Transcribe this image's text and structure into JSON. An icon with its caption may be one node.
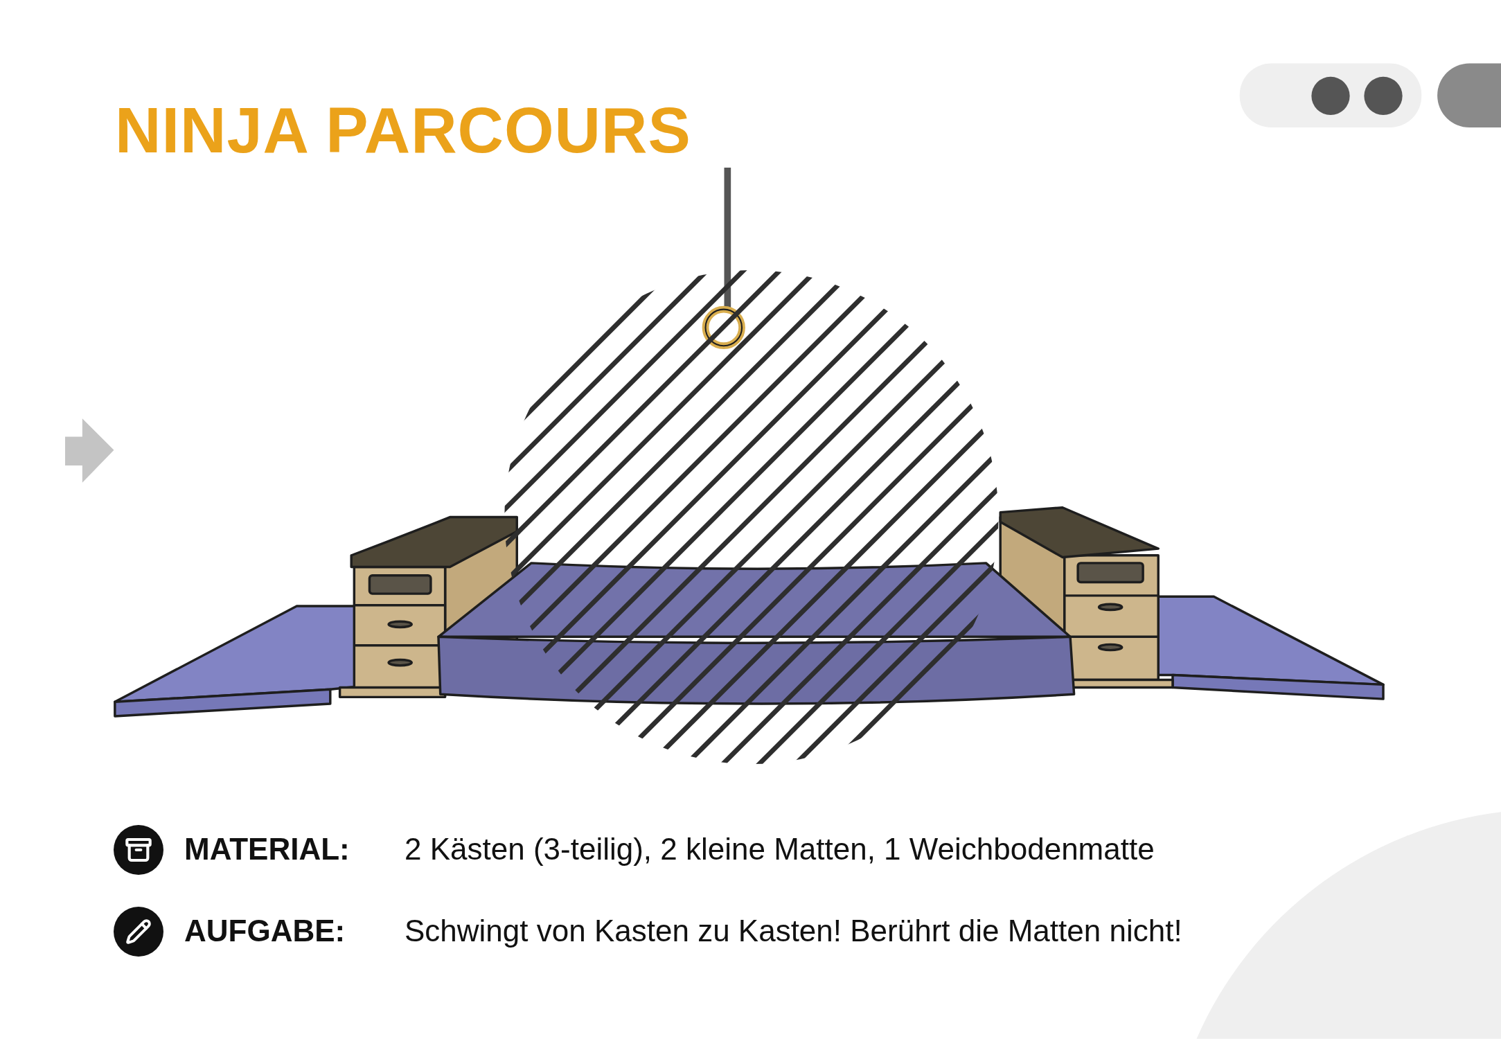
{
  "diagram": {
    "title": "NINJA PARCOURS",
    "labels": [
      "MATERIAL:",
      "2 Kästen (3-teilig), 2 kleine Matten, 1 Weichbodenmatte",
      "AUFGABE:",
      "Schwingt von Kasten zu Kasten! Berührt die Matten nicht!"
    ]
  }
}
